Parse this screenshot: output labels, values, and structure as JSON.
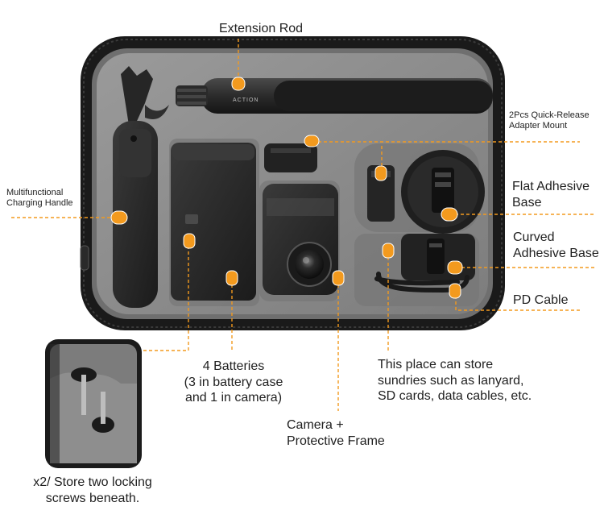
{
  "labels": {
    "extension_rod": "Extension Rod",
    "quick_release": [
      "2Pcs Quick-Release",
      "Adapter Mount"
    ],
    "multifunctional_handle": [
      "Multifunctional",
      "Charging Handle"
    ],
    "flat_adhesive": [
      "Flat Adhesive",
      "Base"
    ],
    "curved_adhesive": [
      "Curved",
      "Adhesive Base"
    ],
    "pd_cable": "PD Cable",
    "batteries": [
      "4 Batteries",
      "(3 in battery case",
      "and 1 in camera)"
    ],
    "sundries": [
      "This place can store",
      "sundries such as lanyard,",
      "SD cards, data cables, etc."
    ],
    "camera": [
      "Camera +",
      "Protective Frame"
    ],
    "screws": [
      "x2/ Store two locking",
      "screws beneath."
    ]
  },
  "product_text": {
    "rod_brand": "ACTION"
  },
  "colors": {
    "accent": "#f39a1e",
    "case_shell": "#1c1c1c",
    "foam": "#8e8e8e",
    "device": "#2a2a2a"
  },
  "icons": [
    "orange-marker-dot",
    "locking-screw"
  ]
}
